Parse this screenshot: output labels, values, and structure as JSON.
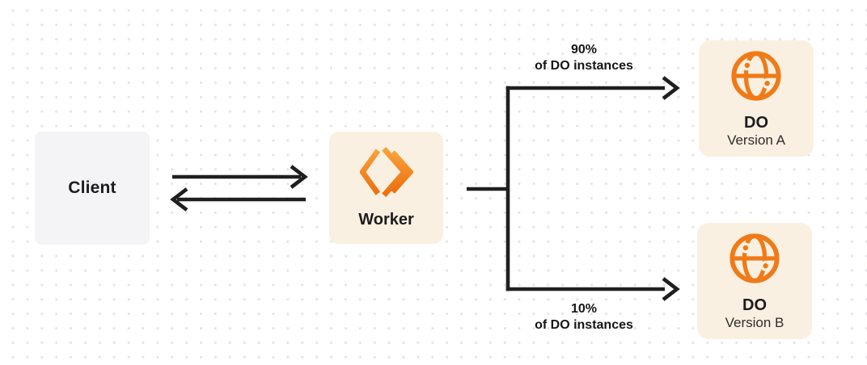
{
  "diagram": {
    "nodes": {
      "client": {
        "label": "Client"
      },
      "worker": {
        "label": "Worker",
        "icon": "cloudflare-workers-icon"
      },
      "do_version_a": {
        "title": "DO",
        "subtitle": "Version A",
        "icon": "durable-object-globe-icon"
      },
      "do_version_b": {
        "title": "DO",
        "subtitle": "Version B",
        "icon": "durable-object-globe-icon"
      }
    },
    "edges": {
      "client_worker": {
        "type": "bidirectional-arrows"
      },
      "worker_split": {
        "type": "elbow-branch"
      },
      "worker_do_a": {
        "label_line1": "90%",
        "label_line2": "of DO instances"
      },
      "worker_do_b": {
        "label_line1": "10%",
        "label_line2": "of DO instances"
      }
    },
    "colors": {
      "orange": "#F6821F",
      "orange_gradient_top": "#F9A13B",
      "orange_gradient_bottom": "#EC6F0D",
      "globe_orange": "#EF7A17",
      "node_cream": "#FAF0E1",
      "node_gray": "#F4F4F6",
      "line": "#1F1F1F",
      "dot_grid": "#E4E4E8",
      "background": "#FFFFFF"
    }
  }
}
